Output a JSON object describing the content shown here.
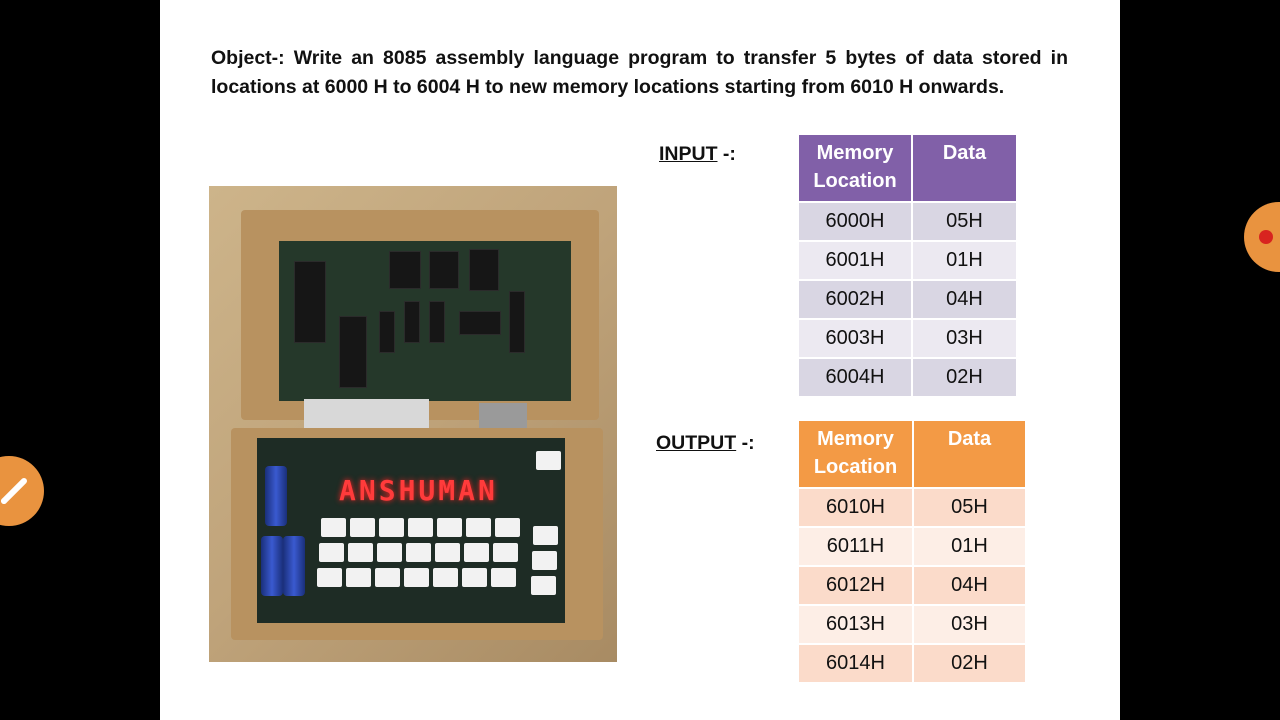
{
  "objective": "Object-: Write an 8085 assembly language program to transfer 5 bytes of data stored in locations at 6000 H to 6004 H to new memory locations starting from 6010 H onwards.",
  "input": {
    "label": "INPUT",
    "suffix": " -:",
    "headers": {
      "location": "Memory Location",
      "data": "Data"
    },
    "rows": [
      {
        "location": "6000H",
        "data": "05H"
      },
      {
        "location": "6001H",
        "data": "01H"
      },
      {
        "location": "6002H",
        "data": "04H"
      },
      {
        "location": "6003H",
        "data": "03H"
      },
      {
        "location": "6004H",
        "data": "02H"
      }
    ]
  },
  "output": {
    "label": "OUTPUT",
    "suffix": " -:",
    "headers": {
      "location": "Memory Location",
      "data": "Data"
    },
    "rows": [
      {
        "location": "6010H",
        "data": "05H"
      },
      {
        "location": "6011H",
        "data": "01H"
      },
      {
        "location": "6012H",
        "data": "04H"
      },
      {
        "location": "6013H",
        "data": "03H"
      },
      {
        "location": "6014H",
        "data": "02H"
      }
    ]
  },
  "kit_display": "ANSHUMAN",
  "colors": {
    "input_header": "#8160a8",
    "output_header": "#f39a45",
    "display_led": "#ff3b3b"
  },
  "icons": [
    "record-icon",
    "pen-icon"
  ]
}
